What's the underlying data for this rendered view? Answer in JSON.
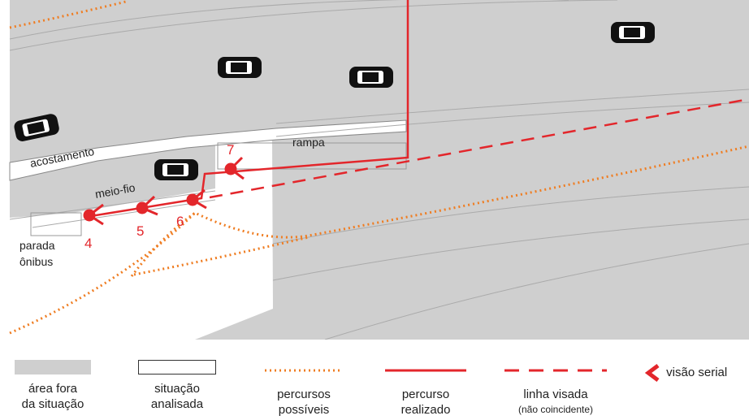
{
  "labels": {
    "acostamento": "acostamento",
    "rampa": "rampa",
    "meio_fio": "meio-fio",
    "parada": "parada",
    "onibus": "ônibus"
  },
  "points": [
    "4",
    "5",
    "6",
    "7"
  ],
  "legend": {
    "area_fora": [
      "área fora",
      "da situação"
    ],
    "situacao": [
      "situação",
      "analisada"
    ],
    "percursos": [
      "percursos",
      "possíveis"
    ],
    "percurso": [
      "percurso",
      "realizado"
    ],
    "linha": [
      "linha visada",
      "(não coincidente)"
    ],
    "visao": "visão serial"
  },
  "colors": {
    "outside_area": "#cfcfcf",
    "route": "#e3262b",
    "possible": "#ef7d22"
  }
}
